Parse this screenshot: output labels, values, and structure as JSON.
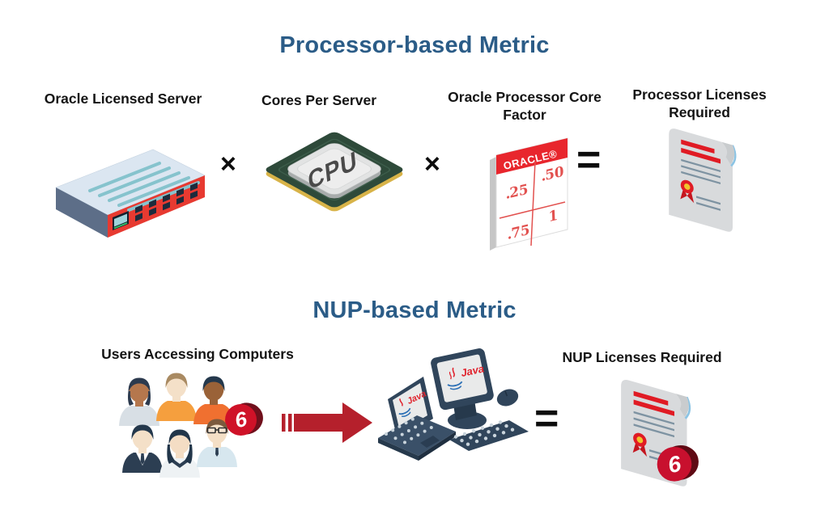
{
  "colors": {
    "title_blue": "#2B5C87",
    "oracle_red": "#E8262D",
    "badge_red": "#C8102E",
    "arrow_red": "#B5202C",
    "text_dark": "#141414"
  },
  "processor_metric": {
    "title": "Processor-based Metric",
    "multiply_operator": "×",
    "equals_operator": "=",
    "items": {
      "server_label": "Oracle Licensed Server",
      "cores_label": "Cores Per Server",
      "cpu_chip_text": "CPU",
      "core_factor_label": "Oracle Processor Core Factor",
      "oracle_brand": "ORACLE®",
      "core_factor_values": {
        "top_left": ".25",
        "top_right": ".50",
        "bottom_left": ".75",
        "bottom_right": "1"
      },
      "licenses_label": "Processor Licenses Required"
    }
  },
  "nup_metric": {
    "title": "NUP-based Metric",
    "equals_operator": "=",
    "users_label": "Users Accessing Computers",
    "user_count_badge": "6",
    "java_brand": "Java",
    "licenses_label": "NUP Licenses Required",
    "license_count_badge": "6"
  }
}
